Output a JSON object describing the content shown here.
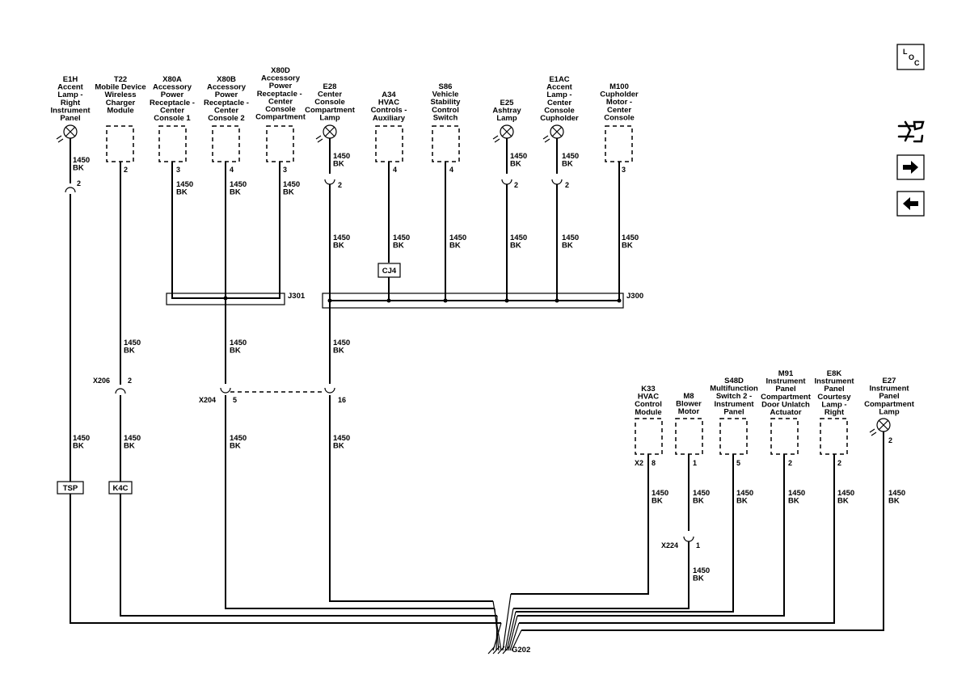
{
  "wire": {
    "gauge": "1450",
    "color": "BK"
  },
  "components": {
    "e1h": [
      "E1H",
      "Accent",
      "Lamp -",
      "Right",
      "Instrument",
      "Panel"
    ],
    "t22": [
      "T22",
      "Mobile Device",
      "Wireless",
      "Charger",
      "Module"
    ],
    "x80a": [
      "X80A",
      "Accessory",
      "Power",
      "Receptacle -",
      "Center",
      "Console 1"
    ],
    "x80b": [
      "X80B",
      "Accessory",
      "Power",
      "Receptacle -",
      "Center",
      "Console 2"
    ],
    "x80d": [
      "X80D",
      "Accessory",
      "Power",
      "Receptacle - ",
      "Center",
      "Console",
      "Compartment"
    ],
    "e28": [
      "E28",
      "Center",
      "Console",
      "Compartment",
      "Lamp"
    ],
    "a34": [
      "A34",
      "HVAC",
      "Controls -",
      "Auxiliary"
    ],
    "s86": [
      "S86",
      "Vehicle",
      "Stability",
      "Control",
      "Switch"
    ],
    "e25": [
      "E25",
      "Ashtray",
      "Lamp"
    ],
    "e1ac": [
      "E1AC",
      "Accent",
      "Lamp -",
      "Center",
      "Console",
      "Cupholder"
    ],
    "m100": [
      "M100",
      "Cupholder",
      "Motor -",
      "Center",
      "Console"
    ],
    "k33": [
      "K33",
      "HVAC",
      "Control",
      "Module"
    ],
    "m8": [
      "M8",
      "Blower",
      "Motor"
    ],
    "s48d": [
      "S48D",
      "Multifunction",
      "Switch 2 -",
      "Instrument",
      "Panel"
    ],
    "m91": [
      "M91",
      "Instrument",
      "Panel",
      "Compartment",
      "Door Unlatch",
      "Actuator"
    ],
    "e8k": [
      "E8K",
      "Instrument",
      "Panel",
      "Courtesy",
      "Lamp -",
      "Right"
    ],
    "e27": [
      "E27",
      "Instrument",
      "Panel",
      "Compartment",
      "Lamp"
    ]
  },
  "pins": {
    "e1h_conn": "2",
    "t22": "2",
    "x80a": "3",
    "x80b": "4",
    "x80d": "3",
    "e28_conn": "2",
    "a34": "4",
    "s86": "4",
    "e25_conn": "2",
    "e1ac_conn": "2",
    "m100": "3",
    "x206_pin": "2",
    "x204_pin": "5",
    "x204_pin2": "16",
    "k33": "8",
    "k33_conn": "X2",
    "m8": "1",
    "s48d": "5",
    "m91": "2",
    "e8k": "2",
    "e27": "2",
    "x224_pin": "1"
  },
  "connectors": {
    "x206": "X206",
    "x204": "X204",
    "x224": "X224"
  },
  "splices": {
    "j301": "J301",
    "j300": "J300",
    "cj4": "CJ4",
    "tsp": "TSP",
    "k4c": "K4C"
  },
  "ground": {
    "g202": "G202"
  },
  "nav": {
    "loc_letters": [
      "L",
      "O",
      "C"
    ],
    "loc_icon": "location-icon",
    "tools_icon": "tools-icon",
    "next_icon": "arrow-right-icon",
    "prev_icon": "arrow-left-icon"
  }
}
